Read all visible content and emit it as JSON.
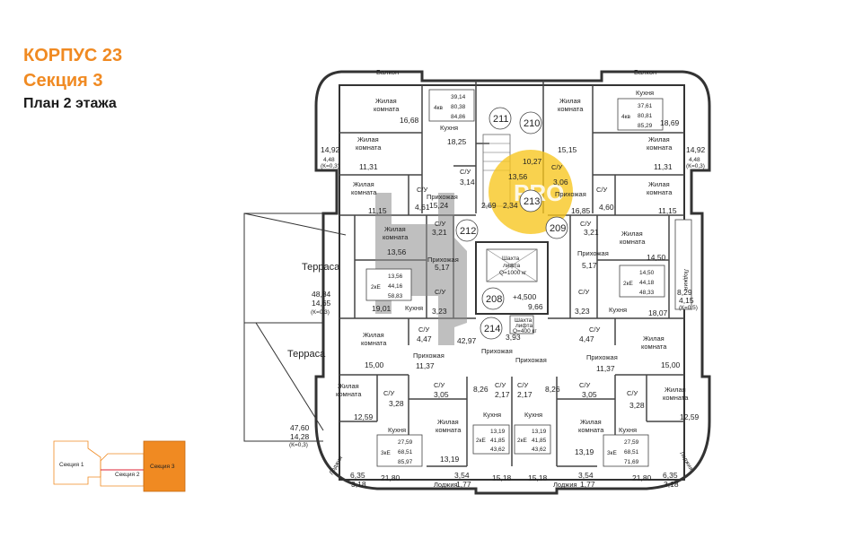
{
  "header": {
    "line1": "КОРПУС 23",
    "line2": "Секция 3",
    "line3": "План 2 этажа"
  },
  "colors": {
    "accent": "#f08a22",
    "watermark": "#f7c51c",
    "overlay": "#8a8a8a",
    "wall": "#333333"
  },
  "watermark": {
    "text": "PRO"
  },
  "apartments": [
    "211",
    "210",
    "212",
    "213",
    "209",
    "208",
    "214"
  ],
  "area_boxes": {
    "b1": [
      "4кв",
      "39,14",
      "80,38",
      "84,86"
    ],
    "b2": [
      "4кв",
      "37,61",
      "80,81",
      "85,29"
    ],
    "b3": [
      "2кЕ",
      "13,56",
      "44,16",
      "58,83"
    ],
    "b4": [
      "2кЕ",
      "14,50",
      "44,18",
      "48,33"
    ],
    "b5": [
      "3кЕ",
      "27,59",
      "68,51",
      "85,97"
    ],
    "b6": [
      "2кЕ",
      "13,19",
      "41,85",
      "43,62"
    ],
    "b7": [
      "2кЕ",
      "13,19",
      "41,85",
      "43,62"
    ],
    "b8": [
      "3кЕ",
      "27,59",
      "68,51",
      "71,69"
    ]
  },
  "rooms": {
    "balcony_l": "Балкон",
    "balcony_r": "Балкон",
    "living": "Жилая",
    "room": "комната",
    "kitchen": "Кухня",
    "wc": "С/У",
    "hall": "Прихожая",
    "terrace1": "Терраса",
    "terrace2": "Терраса",
    "loggia": "Лоджия",
    "shaft1a": "Шахта",
    "shaft1b": "лифта",
    "shaft1c": "Q=1000 кг",
    "shaft2a": "Шахта",
    "shaft2b": "лифта",
    "shaft2c": "Q=400 кг",
    "level": "+4,500"
  },
  "nums": {
    "a1": "16,68",
    "a2": "18,25",
    "a3": "14,92",
    "a4": "4,48",
    "a5": "(К=0,3)",
    "a6": "11,31",
    "a7": "3,14",
    "a8": "4,61",
    "a9": "11,15",
    "a10": "15,24",
    "a11": "2,69",
    "a12": "2,34",
    "a13": "3,21",
    "a14": "13,56",
    "a15": "5,17",
    "a16": "48,84",
    "a17": "14,65",
    "a18": "(К=0,3)",
    "a19": "19,01",
    "a20": "3,23",
    "a21": "42,97",
    "a22": "9,66",
    "a23": "3,93",
    "a24": "4,47",
    "a25": "15,00",
    "a26": "11,37",
    "a27": "3,05",
    "a28": "8,26",
    "a29": "2,17",
    "a30": "3,28",
    "a31": "12,59",
    "a32": "47,60",
    "a33": "14,28",
    "a34": "(К=0,3)",
    "a35": "21,80",
    "a36": "13,19",
    "a37": "15,18",
    "a38": "3,54",
    "a39": "1,77",
    "a40": "6,35",
    "a41": "3,18",
    "b_1": "15,15",
    "b_2": "18,69",
    "b_3": "14,92",
    "b_4": "4,48",
    "b_5": "(К=0,3)",
    "b_6": "11,31",
    "b_7": "10,27",
    "b_8": "13,56",
    "b_9": "3,06",
    "b_10": "16,85",
    "b_11": "4,60",
    "b_12": "11,15",
    "b_13": "3,21",
    "b_14": "14,50",
    "b_15": "5,17",
    "b_16": "8,29",
    "b_17": "4,15",
    "b_18": "(К=0,5)",
    "b_19": "3,23",
    "b_20": "18,07",
    "b_21": "4,47",
    "b_22": "15,00",
    "b_23": "11,37",
    "b_24": "3,05",
    "b_25": "8,26",
    "b_26": "2,17",
    "b_27": "3,28",
    "b_28": "12,59",
    "b_29": "13,19",
    "b_30": "15,18",
    "b_31": "3,54",
    "b_32": "1,77",
    "b_33": "21,80",
    "b_34": "6,35",
    "b_35": "3,18"
  },
  "minimap": {
    "s1": "Секция 1",
    "s2": "Секция 2",
    "s3": "Секция 3"
  }
}
